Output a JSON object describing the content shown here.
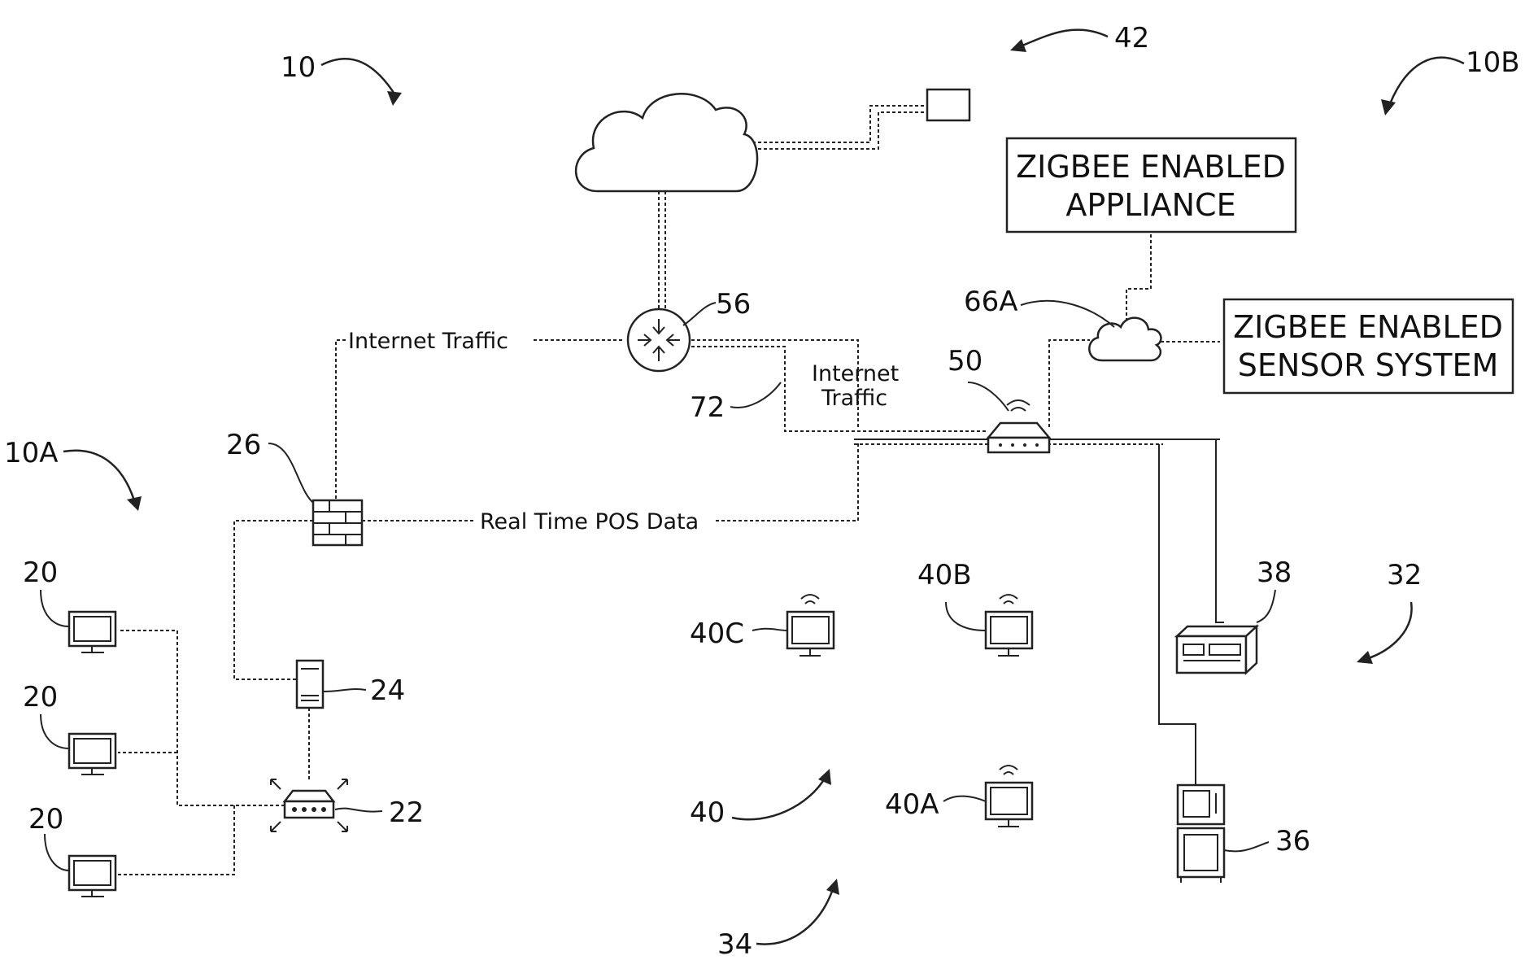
{
  "labels": {
    "ref_10": "10",
    "ref_10A": "10A",
    "ref_10B": "10B",
    "ref_42": "42",
    "ref_56": "56",
    "ref_66A": "66A",
    "ref_50": "50",
    "ref_72": "72",
    "ref_26": "26",
    "ref_24": "24",
    "ref_22": "22",
    "ref_20a": "20",
    "ref_20b": "20",
    "ref_20c": "20",
    "ref_40C": "40C",
    "ref_40B": "40B",
    "ref_40A": "40A",
    "ref_40": "40",
    "ref_38": "38",
    "ref_32": "32",
    "ref_36": "36",
    "ref_34": "34"
  },
  "text": {
    "internet_traffic_left": "Internet Traffic",
    "internet_traffic_right_1": "Internet",
    "internet_traffic_right_2": "Traffic",
    "real_time_pos": "Real Time POS Data",
    "zigbee_appliance_1": "ZIGBEE ENABLED",
    "zigbee_appliance_2": "APPLIANCE",
    "zigbee_sensor_1": "ZIGBEE ENABLED",
    "zigbee_sensor_2": "SENSOR SYSTEM"
  }
}
